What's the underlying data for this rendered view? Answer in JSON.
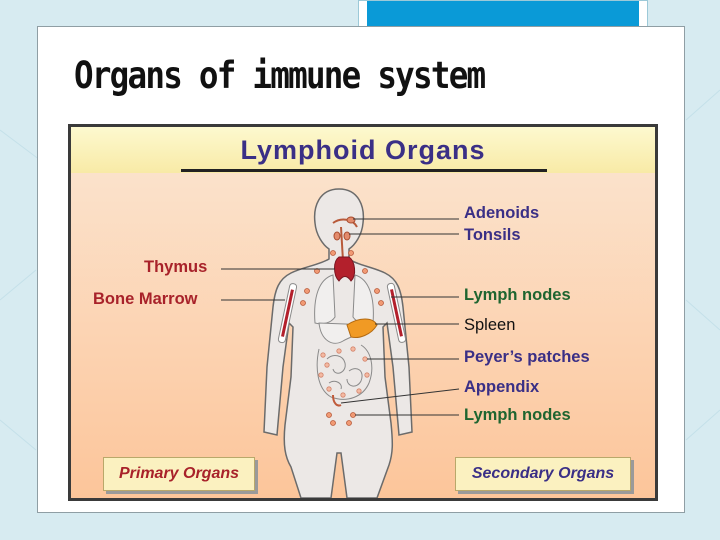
{
  "slide": {
    "title": "Organs of immune system"
  },
  "figure": {
    "title": "Lymphoid Organs",
    "labels": {
      "adenoids": "Adenoids",
      "tonsils": "Tonsils",
      "thymus": "Thymus",
      "bone_marrow": "Bone Marrow",
      "lymph_nodes_upper": "Lymph nodes",
      "spleen": "Spleen",
      "peyers_patches": "Peyer’s patches",
      "appendix": "Appendix",
      "lymph_nodes_lower": "Lymph nodes"
    },
    "categories": {
      "primary": "Primary Organs",
      "secondary": "Secondary Organs"
    }
  },
  "colors": {
    "accent_blue": "#0a9ad7",
    "label_purple": "#3a2f86",
    "label_red": "#a8222a",
    "label_green": "#1f6530",
    "body_outline": "#6b6b6b",
    "body_fill": "#ece8e6"
  }
}
